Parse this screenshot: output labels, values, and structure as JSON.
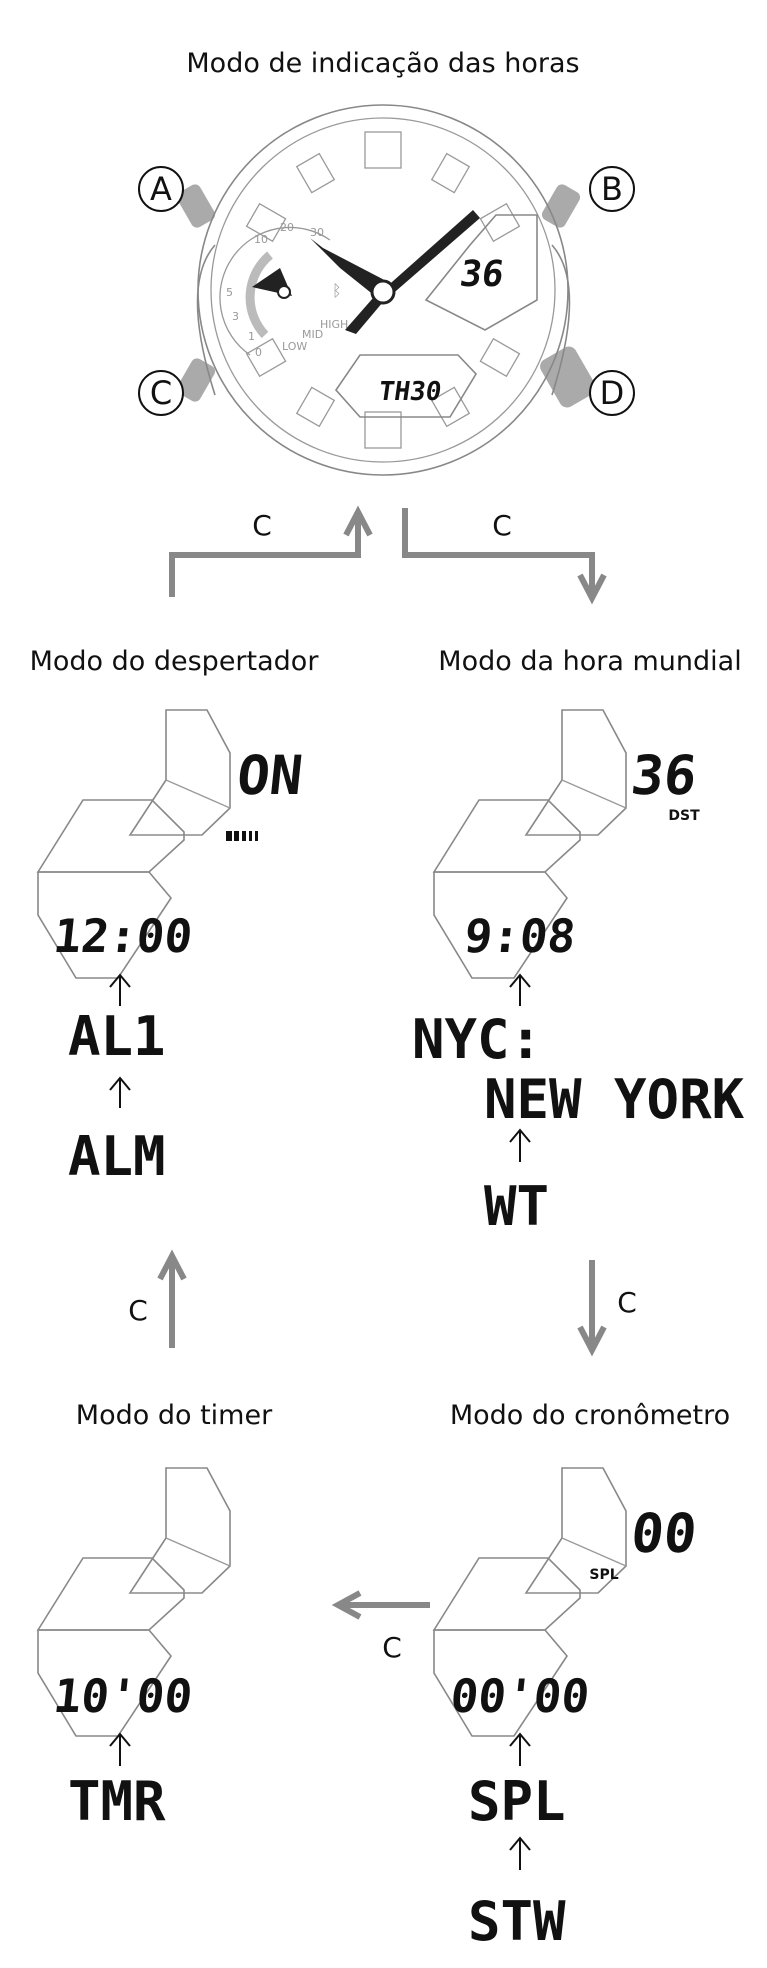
{
  "modes": {
    "timekeeping": "Modo de indicação das horas",
    "alarm": "Modo do despertador",
    "world_time": "Modo da hora mundial",
    "timer": "Modo do timer",
    "stopwatch": "Modo do cronômetro"
  },
  "buttons": {
    "a": "A",
    "b": "B",
    "c": "C",
    "d": "D"
  },
  "flow_label": "C",
  "watch": {
    "upper_display": "36",
    "lower_display": "TH30",
    "dial_numbers": [
      "10",
      "20",
      "30",
      "5",
      "3",
      "1",
      "0"
    ],
    "power_labels": {
      "high": "HIGH",
      "mid": "MID",
      "low": "LOW"
    }
  },
  "alarm": {
    "upper": "ON",
    "lower": "12:00",
    "step1": "AL1",
    "step2": "ALM"
  },
  "world_time": {
    "upper": "36",
    "upper_tag": "DST",
    "lower": "9:08",
    "city_code": "NYC:",
    "city_name": "NEW YORK",
    "step2": "WT"
  },
  "timer": {
    "lower": "10'00",
    "step1": "TMR"
  },
  "stopwatch": {
    "upper": "00",
    "upper_tag": "SPL",
    "lower": "00'00",
    "step1": "SPL",
    "step2": "STW"
  }
}
